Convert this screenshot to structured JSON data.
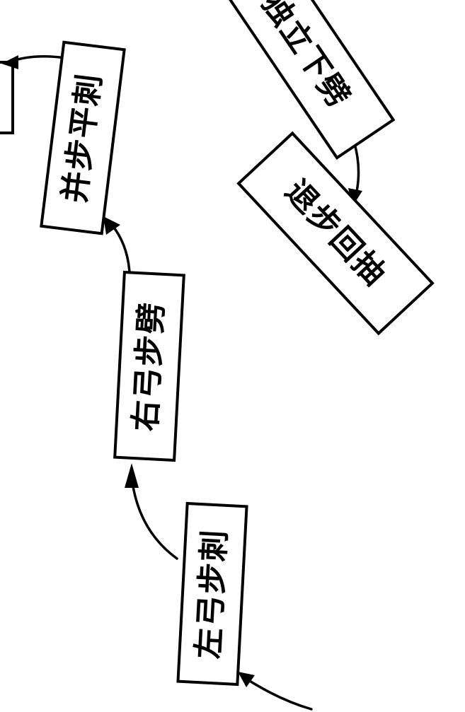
{
  "nodes": [
    {
      "id": "left-bow-stab",
      "label": "左弓步刺"
    },
    {
      "id": "right-bow-chop",
      "label": "右弓步劈"
    },
    {
      "id": "feet-together-flat-stab",
      "label": "并步平刺"
    },
    {
      "id": "single-leg-downward-chop",
      "label": "独立下劈"
    },
    {
      "id": "step-back-draw",
      "label": "退步回抽"
    }
  ],
  "colors": {
    "ink": "#000000",
    "paper": "#ffffff"
  }
}
